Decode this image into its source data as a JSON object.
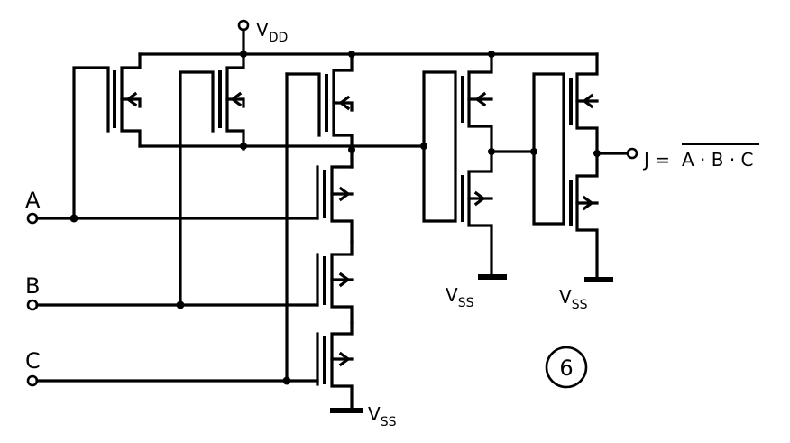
{
  "supply": {
    "vdd_label": "V",
    "vdd_sub": "DD"
  },
  "inputs": [
    {
      "name": "A"
    },
    {
      "name": "B"
    },
    {
      "name": "C"
    }
  ],
  "grounds": [
    {
      "label": "V",
      "sub": "SS"
    },
    {
      "label": "V",
      "sub": "SS"
    },
    {
      "label": "V",
      "sub": "SS"
    }
  ],
  "output": {
    "prefix": "J =",
    "expression": "A · B · C"
  },
  "figure_number": "6",
  "colors": {
    "ink": "#000000",
    "paper": "#ffffff"
  }
}
